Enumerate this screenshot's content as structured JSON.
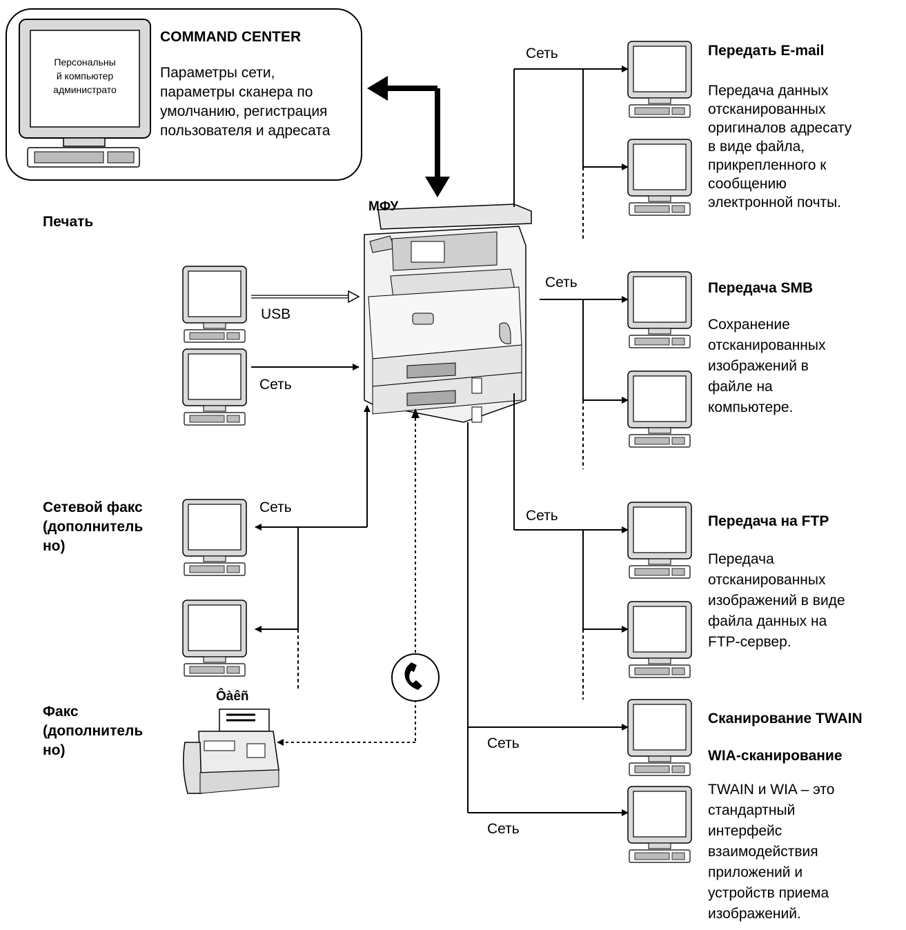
{
  "admin": {
    "screen_text": [
      "Персональны",
      "й компьютер",
      "администрато"
    ],
    "title": "COMMAND CENTER",
    "desc": [
      "Параметры сети,",
      "параметры сканера по",
      "умолчанию, регистрация",
      "пользователя и адресата"
    ]
  },
  "mfp_label": "МФУ",
  "left": {
    "print_heading": "Печать",
    "usb_label": "USB",
    "net_label_print": "Сеть",
    "netfax_heading": [
      "Сетевой факс",
      "(дополнитель",
      "но)"
    ],
    "net_label_netfax": "Сеть",
    "fax_heading": [
      "Факс",
      "(дополнитель",
      "но)"
    ],
    "fax_device_label": "Ôàêñ"
  },
  "right": {
    "email": {
      "net_label": "Сеть",
      "title": "Передать E-mail",
      "desc": [
        "Передача данных",
        "отсканированных",
        "оригиналов адресату",
        "в виде файла,",
        "прикрепленного к",
        "сообщению",
        "электронной почты."
      ]
    },
    "smb": {
      "net_label": "Сеть",
      "title": "Передача SMB",
      "desc": [
        "Сохранение",
        "отсканированных",
        "изображений в",
        "файле на",
        "компьютере."
      ]
    },
    "ftp": {
      "net_label": "Сеть",
      "title": "Передача на FTP",
      "desc": [
        "Передача",
        "отсканированных",
        "изображений в виде",
        "файла данных на",
        "FTP-сервер."
      ]
    },
    "twain": {
      "net_label_1": "Сеть",
      "net_label_2": "Сеть",
      "title_1": "Сканирование TWAIN",
      "title_2": "WIA-сканирование",
      "desc": [
        "TWAIN и WIA – это",
        "стандартный",
        "интерфейс",
        "взаимодействия",
        "приложений и",
        "устройств приема",
        "изображений."
      ]
    }
  }
}
